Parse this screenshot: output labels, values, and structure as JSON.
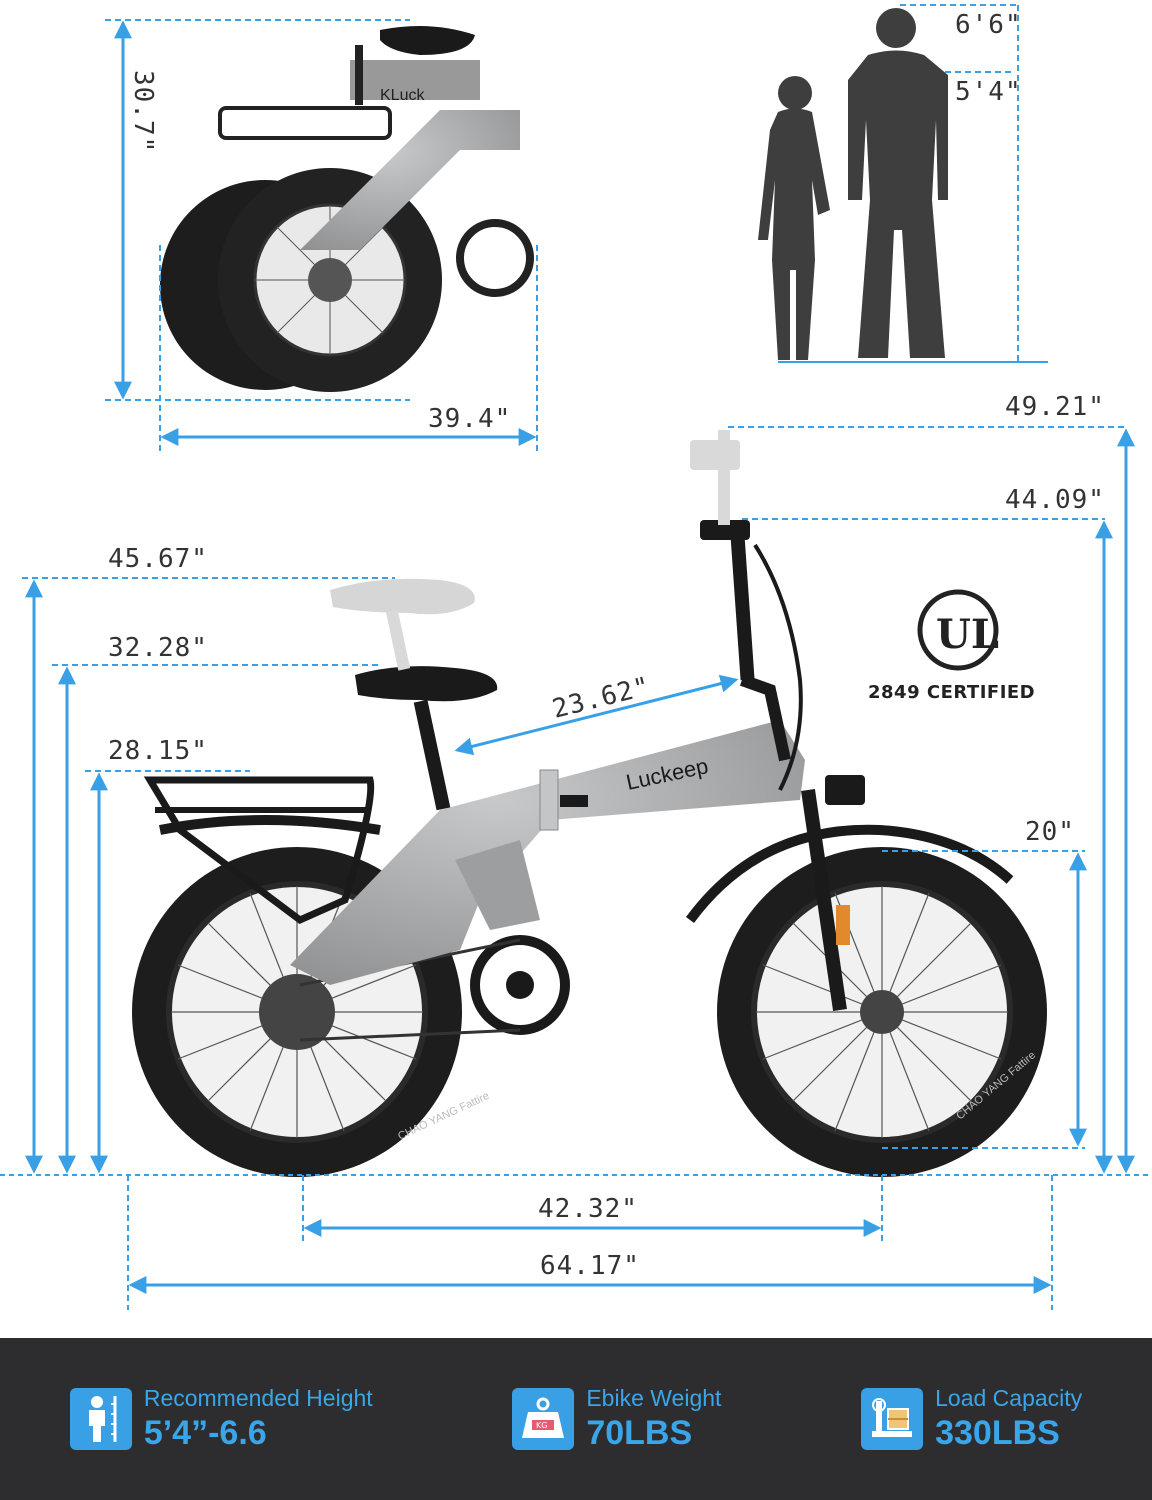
{
  "folded": {
    "height": "30.7\"",
    "length": "39.4\""
  },
  "people": {
    "tall": "6'6\"",
    "short": "5'4\""
  },
  "bike_dimensions": {
    "handlebar_max": "49.21\"",
    "handlebar_min": "44.09\"",
    "seat_max": "45.67\"",
    "seat_min": "32.28\"",
    "rack_height": "28.15\"",
    "reach": "23.62\"",
    "wheel_size": "20\"",
    "wheelbase": "42.32\"",
    "total_length": "64.17\""
  },
  "bike": {
    "brand": "Luckeep",
    "tire_text": "CHAO YANG Fattire"
  },
  "certification": {
    "logo": "UL",
    "text": "2849 CERTIFIED"
  },
  "specs": [
    {
      "icon": "person-height-icon",
      "title": "Recommended Height",
      "value": "5’4”-6.6"
    },
    {
      "icon": "weight-kg-icon",
      "title": "Ebike Weight",
      "value": "70LBS"
    },
    {
      "icon": "load-scale-icon",
      "title": "Load Capacity",
      "value": "330LBS"
    }
  ],
  "colors": {
    "accent": "#3aa0e6",
    "footer_bg": "#2d2d2f",
    "frame": "#a9aaab",
    "tire": "#1d1d1d"
  }
}
